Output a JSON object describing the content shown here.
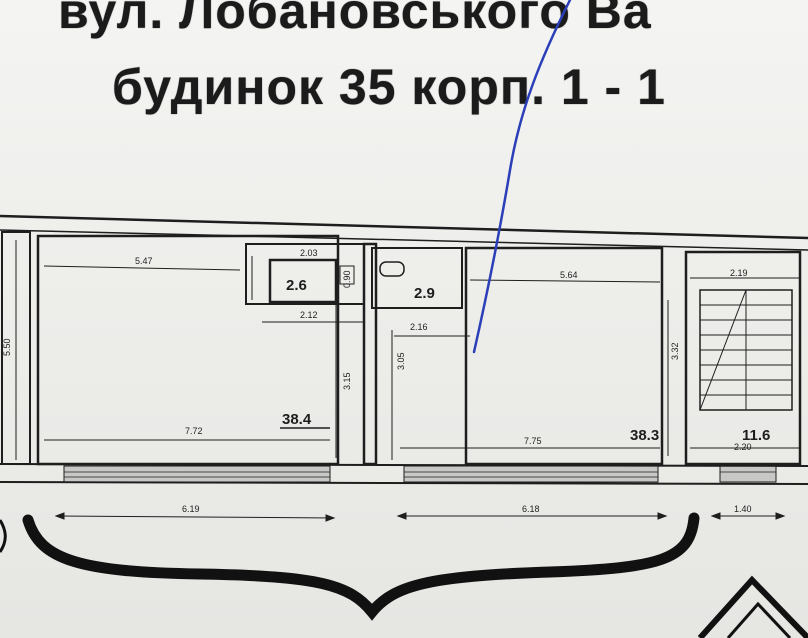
{
  "header": {
    "address_line": "вул. Лобановського Ва",
    "building_line": "будинок 35 корп. 1 - 1"
  },
  "colors": {
    "ink": "#1e1e1e",
    "pen": "#2b3fb8",
    "paper": "#f1f1ef"
  },
  "rooms": {
    "room_left": {
      "area": "38.4",
      "width_top": "5.47",
      "width_bottom": "7.72",
      "depth": "5.50",
      "depth_inner": "3.15"
    },
    "bathroom_left": {
      "area": "2.6",
      "width": "2.03",
      "depth": "0.90",
      "width_below": "2.12"
    },
    "bathroom_right": {
      "area": "2.9",
      "width_below": "2.16"
    },
    "room_right": {
      "area": "38.3",
      "width_top": "5.64",
      "width_bottom": "7.75",
      "depth_inner": "3.05",
      "depth": "3.32"
    },
    "stair_room": {
      "area": "11.6",
      "width_top": "2.19",
      "width_bottom": "2.20"
    }
  },
  "bottom_dims": {
    "left": "6.19",
    "middle": "6.18",
    "right": "1.40"
  }
}
